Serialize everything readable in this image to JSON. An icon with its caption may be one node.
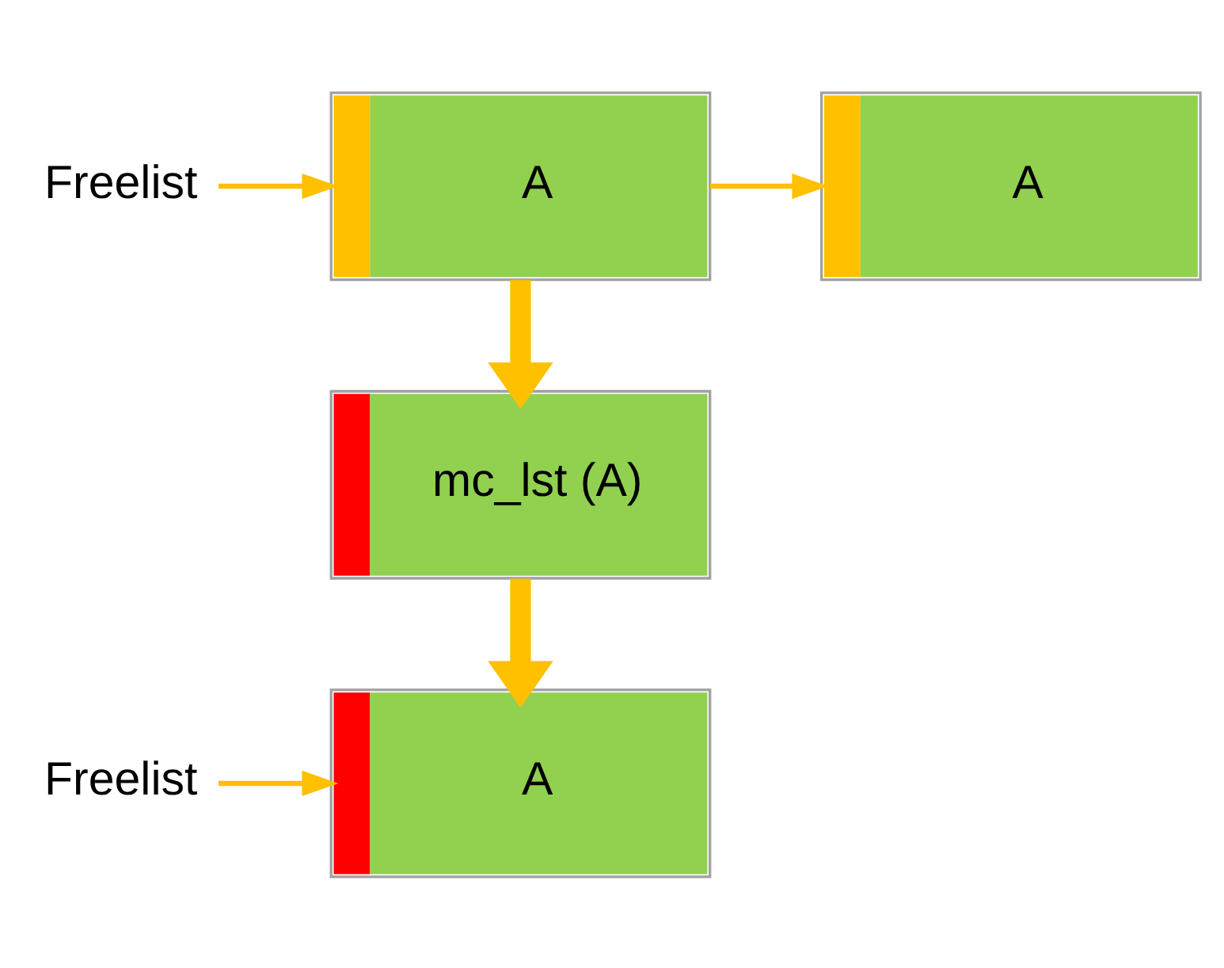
{
  "diagram": {
    "nodes": [
      {
        "text": [
          "Freelist"
        ]
      },
      {
        "text": [
          "A"
        ]
      },
      {
        "text": [
          "A"
        ]
      },
      {
        "text": [
          "mc_lst (A)"
        ]
      },
      {
        "text": [
          "Freelist"
        ]
      },
      {
        "text": [
          "A"
        ]
      }
    ],
    "edges": [
      {
        "from": 0,
        "to": 1,
        "arrow": "to"
      },
      {
        "from": 1,
        "to": 2,
        "arrow": "to"
      },
      {
        "from": 1,
        "to": 3,
        "arrow": "to",
        "style": "thick"
      },
      {
        "from": 3,
        "to": 5,
        "arrow": "to",
        "style": "thick"
      },
      {
        "from": 4,
        "to": 5,
        "arrow": "to"
      }
    ]
  }
}
